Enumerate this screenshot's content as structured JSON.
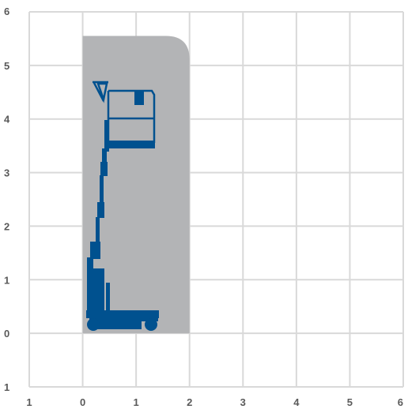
{
  "chart_data": {
    "type": "diagram",
    "x_ticks": [
      "1",
      "0",
      "1",
      "2",
      "3",
      "4",
      "5",
      "6"
    ],
    "y_ticks": [
      "6",
      "5",
      "4",
      "3",
      "2",
      "1",
      "0",
      "1"
    ],
    "xlim": [
      -1,
      6
    ],
    "ylim": [
      -1,
      6
    ],
    "grid": true,
    "working_envelope": {
      "x_min": 0,
      "x_max": 2,
      "y_min": 0,
      "y_max": 5.55
    },
    "colors": {
      "envelope": "#b3b4b6",
      "machine": "#00518f",
      "grid": "#d9d9d9",
      "tick_text": "#5a5a5a"
    },
    "icon": "vertical-mast-lift-icon"
  }
}
